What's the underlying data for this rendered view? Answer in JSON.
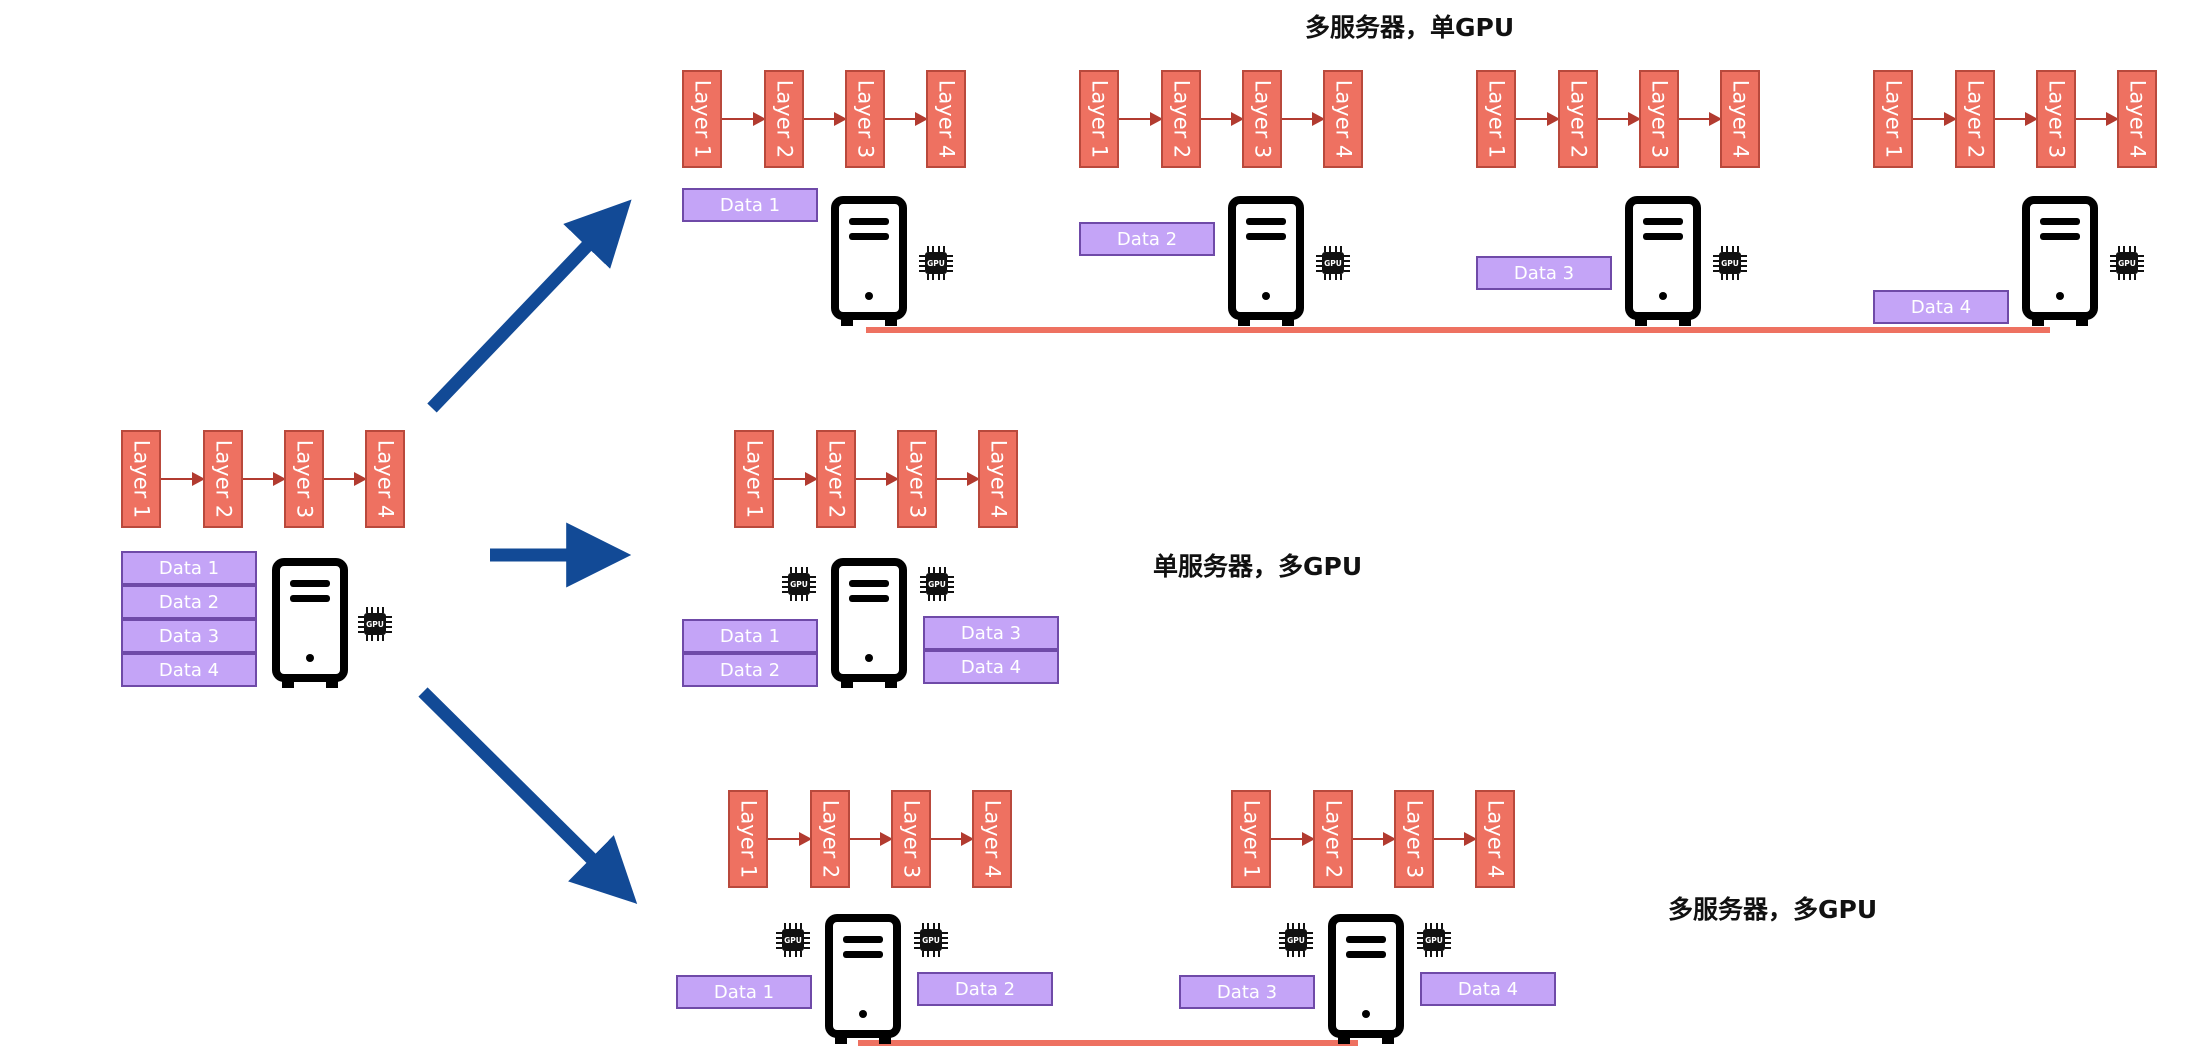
{
  "titles": {
    "multi_server_single_gpu": "多服务器，单GPU",
    "single_server_multi_gpu": "单服务器，多GPU",
    "multi_server_multi_gpu": "多服务器，多GPU"
  },
  "layers": [
    "Layer 1",
    "Layer 2",
    "Layer 3",
    "Layer 4"
  ],
  "data_blocks": [
    "Data 1",
    "Data 2",
    "Data 3",
    "Data 4"
  ],
  "gpu_label": "GPU",
  "colors": {
    "layer": "#ee7161",
    "data": "#c4a4f7",
    "arrow": "#124a96",
    "network_line": "#ee7161",
    "server": "#000000"
  }
}
